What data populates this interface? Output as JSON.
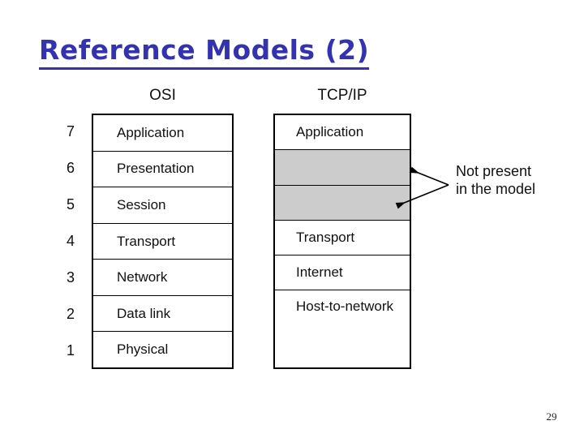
{
  "slide": {
    "title": "Reference Models (2)",
    "page_number": "29"
  },
  "diagram": {
    "osi": {
      "header": "OSI",
      "layers": [
        {
          "number": "7",
          "label": "Application"
        },
        {
          "number": "6",
          "label": "Presentation"
        },
        {
          "number": "5",
          "label": "Session"
        },
        {
          "number": "4",
          "label": "Transport"
        },
        {
          "number": "3",
          "label": "Network"
        },
        {
          "number": "2",
          "label": "Data link"
        },
        {
          "number": "1",
          "label": "Physical"
        }
      ]
    },
    "tcpip": {
      "header": "TCP/IP",
      "layers": [
        {
          "label": "Application",
          "shaded": false
        },
        {
          "label": "",
          "shaded": true
        },
        {
          "label": "",
          "shaded": true
        },
        {
          "label": "Transport",
          "shaded": false
        },
        {
          "label": "Internet",
          "shaded": false
        },
        {
          "label": "Host-to-network",
          "shaded": false
        }
      ]
    },
    "annotation": {
      "line1": "Not present",
      "line2": "in the model"
    }
  },
  "colors": {
    "title_blue": "#3333B2",
    "shaded_fill": "#CCCCCC",
    "border": "#000000"
  }
}
